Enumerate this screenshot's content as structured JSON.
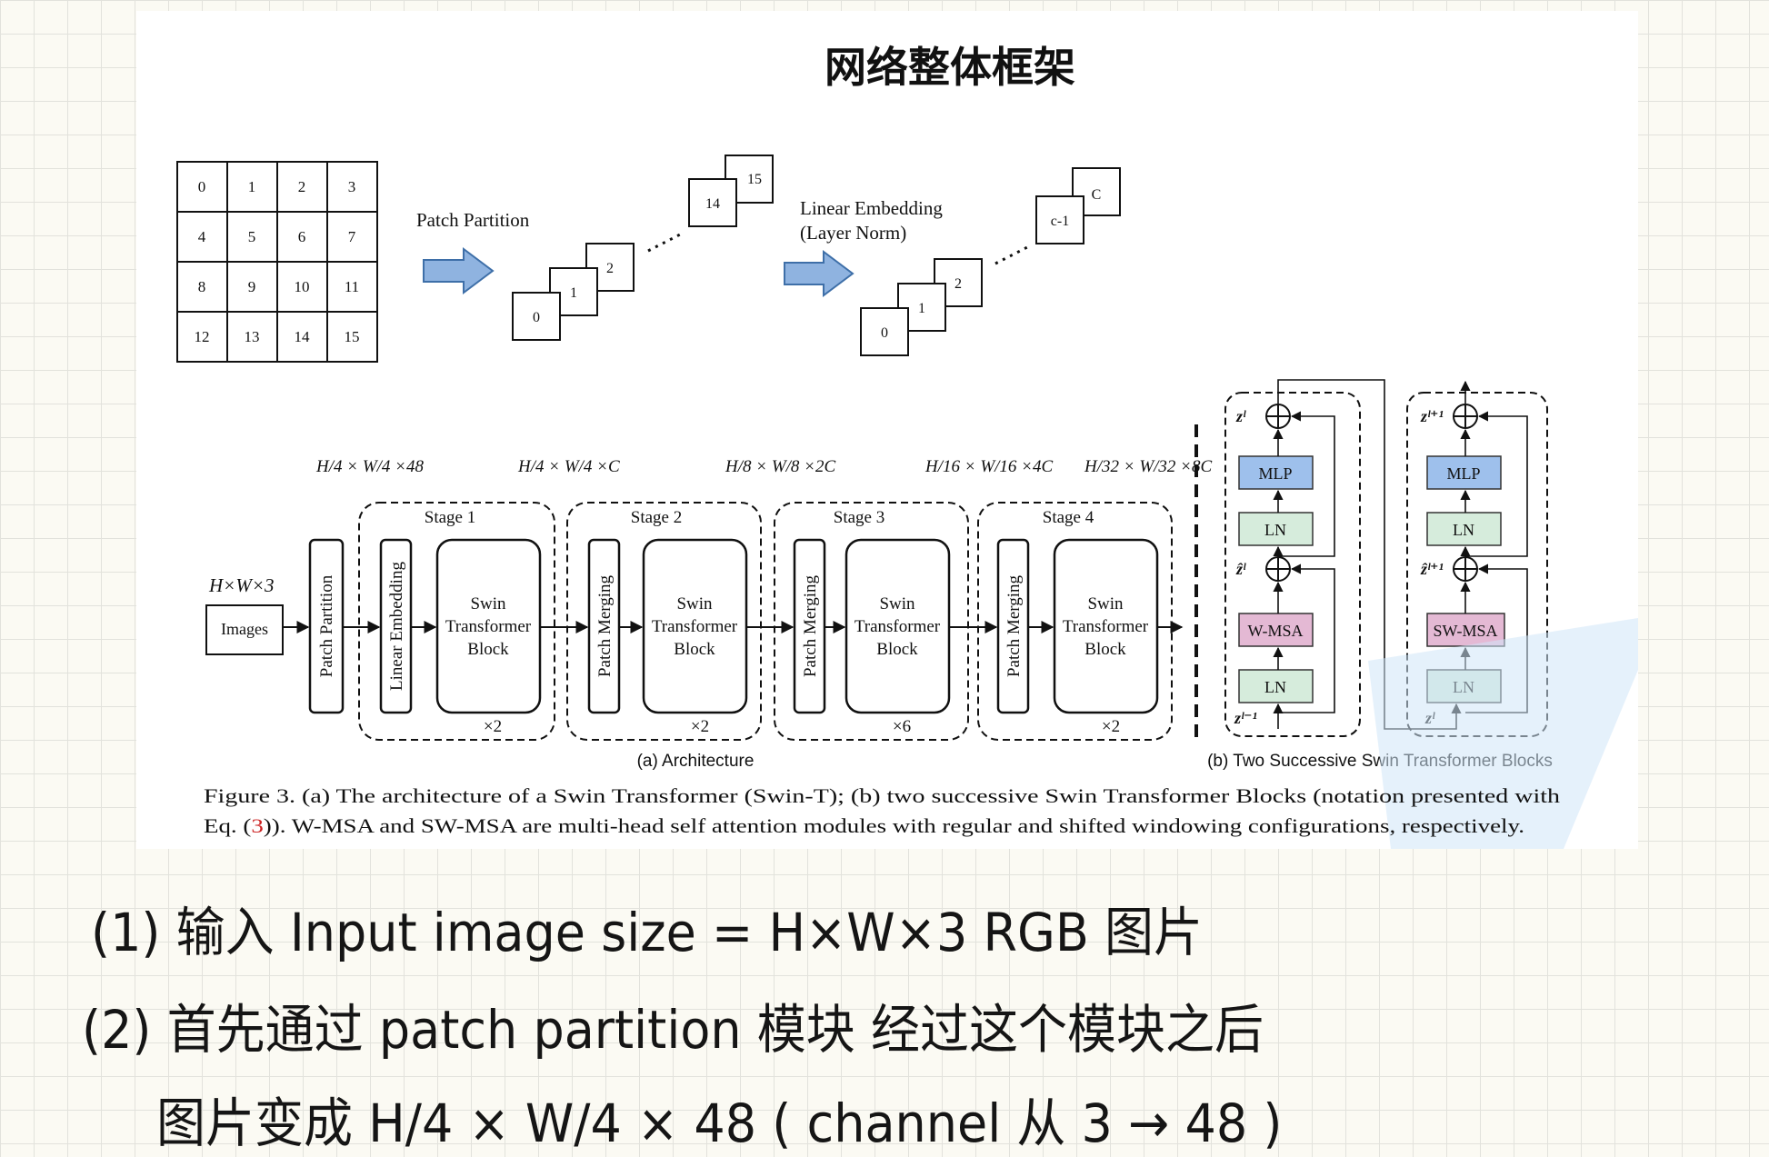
{
  "title": "网络整体框架",
  "grid": {
    "cells": [
      "0",
      "1",
      "2",
      "3",
      "4",
      "5",
      "6",
      "7",
      "8",
      "9",
      "10",
      "11",
      "12",
      "13",
      "14",
      "15"
    ]
  },
  "top_flow": {
    "patch_partition_label": "Patch Partition",
    "embedding_label_line1": "Linear Embedding",
    "embedding_label_line2": "(Layer Norm)",
    "patch_stack": [
      "0",
      "1",
      "2",
      "14",
      "15"
    ],
    "embed_stack": [
      "0",
      "1",
      "2",
      "c-1",
      "C"
    ]
  },
  "architecture": {
    "input_dim": "H×W×3",
    "images_label": "Images",
    "patch_partition": "Patch Partition",
    "linear_embedding": "Linear Embedding",
    "patch_merging": "Patch Merging",
    "swin_line1": "Swin",
    "swin_line2": "Transformer",
    "swin_line3": "Block",
    "dims": [
      "H/4 × W/4 ×48",
      "H/4 × W/4 ×C",
      "H/8 × W/8 ×2C",
      "H/16 × W/16 ×4C",
      "H/32 × W/32 ×8C"
    ],
    "stages": [
      {
        "name": "Stage 1",
        "repeat": "×2"
      },
      {
        "name": "Stage 2",
        "repeat": "×2"
      },
      {
        "name": "Stage 3",
        "repeat": "×6"
      },
      {
        "name": "Stage 4",
        "repeat": "×2"
      }
    ],
    "caption_a": "(a) Architecture"
  },
  "blocks": {
    "mlp": "MLP",
    "ln": "LN",
    "wmsa": "W-MSA",
    "swmsa": "SW-MSA",
    "z_l": "zˡ",
    "zhat_l": "ẑˡ",
    "z_lminus1": "zˡ⁻¹",
    "z_lplus1": "zˡ⁺¹",
    "zhat_lplus1": "ẑˡ⁺¹",
    "caption_b": "(b) Two Successive Swin Transformer Blocks",
    "colors": {
      "mlp": "#9ec0ec",
      "ln": "#d6ecdc",
      "msa": "#e4b9d4"
    }
  },
  "figure_caption": {
    "line1": "Figure 3. (a) The architecture of a Swin Transformer (Swin-T); (b) two successive Swin Transformer Blocks (notation presented with",
    "line2_a": "Eq. (",
    "line2_ref": "3",
    "line2_b": ")). W-MSA and SW-MSA are multi-head self attention modules with regular and shifted windowing configurations, respectively."
  },
  "notes": {
    "line1": "(1) 输入 Input image size = H×W×3  RGB 图片",
    "line2": "(2) 首先通过  patch  partition 模块  经过这个模块之后",
    "line3": "图片变成 H/4 × W/4 × 48  ( channel  从 3 → 48 )"
  }
}
